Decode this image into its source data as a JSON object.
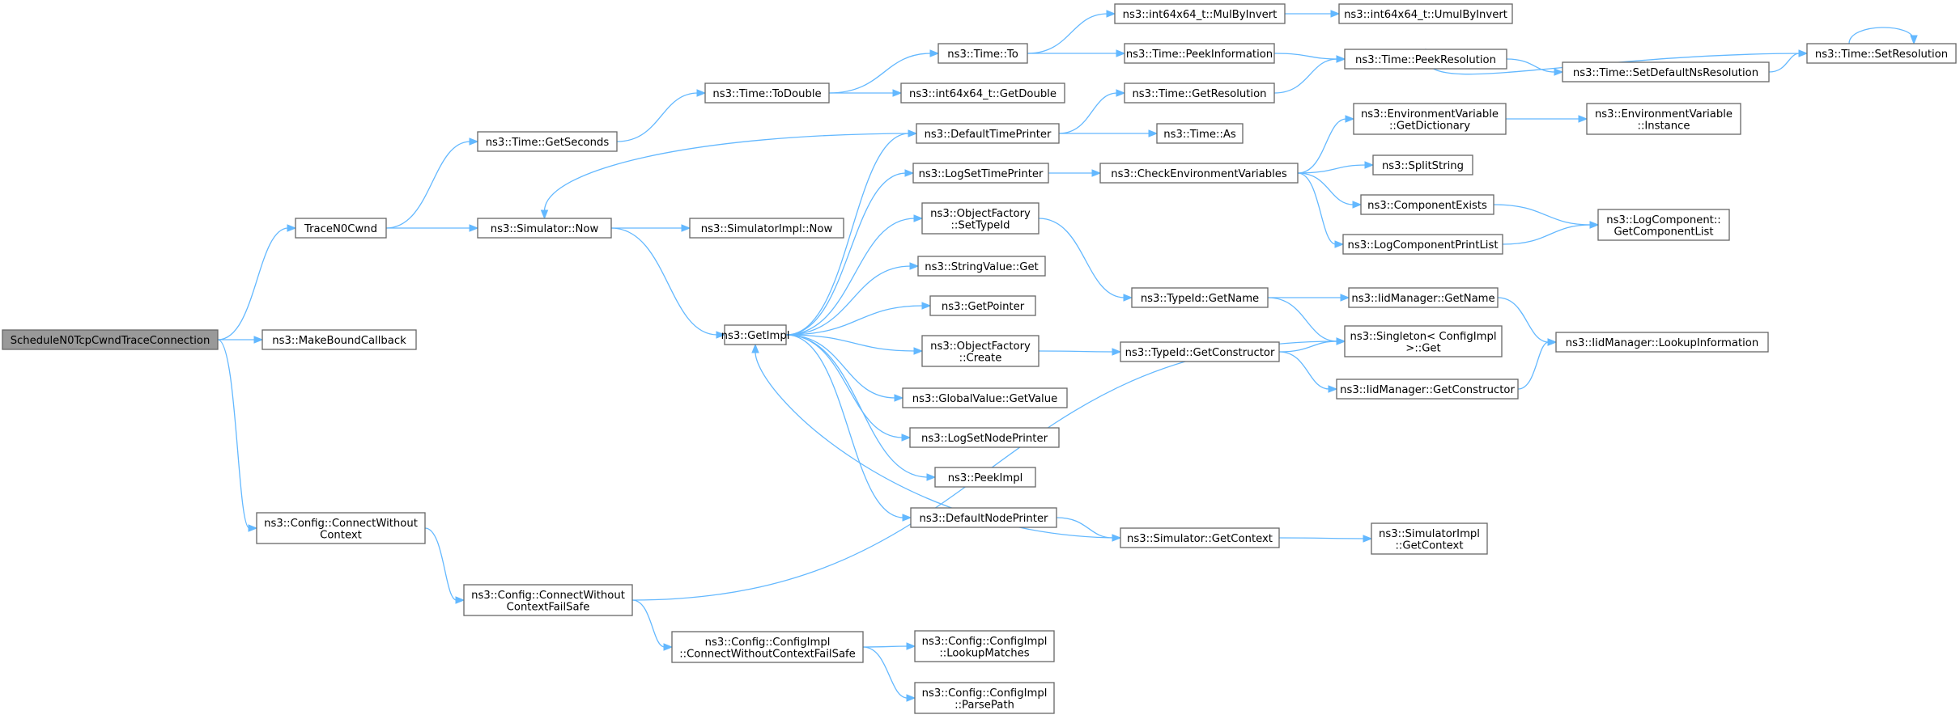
{
  "diagram": {
    "type": "call-graph",
    "edge_color": "#63b8ff",
    "root_fill": "#999999",
    "node_border": "#666666",
    "nodes": [
      {
        "id": "root",
        "lines": [
          "ScheduleN0TcpCwndTraceConnection"
        ],
        "root": true
      },
      {
        "id": "trace",
        "lines": [
          "TraceN0Cwnd"
        ]
      },
      {
        "id": "mkbound",
        "lines": [
          "ns3::MakeBoundCallback"
        ]
      },
      {
        "id": "cfgconn",
        "lines": [
          "ns3::Config::ConnectWithout",
          "Context"
        ]
      },
      {
        "id": "getsec",
        "lines": [
          "ns3::Time::GetSeconds"
        ]
      },
      {
        "id": "simnow",
        "lines": [
          "ns3::Simulator::Now"
        ]
      },
      {
        "id": "cfgfs",
        "lines": [
          "ns3::Config::ConnectWithout",
          "ContextFailSafe"
        ]
      },
      {
        "id": "todouble",
        "lines": [
          "ns3::Time::ToDouble"
        ]
      },
      {
        "id": "simimplnow",
        "lines": [
          "ns3::SimulatorImpl::Now"
        ]
      },
      {
        "id": "getimpl",
        "lines": [
          "ns3::GetImpl"
        ]
      },
      {
        "id": "cfgimplfs",
        "lines": [
          "ns3::Config::ConfigImpl",
          "::ConnectWithoutContextFailSafe"
        ]
      },
      {
        "id": "timeto",
        "lines": [
          "ns3::Time::To"
        ]
      },
      {
        "id": "i64getdouble",
        "lines": [
          "ns3::int64x64_t::GetDouble"
        ]
      },
      {
        "id": "deftp",
        "lines": [
          "ns3::DefaultTimePrinter"
        ]
      },
      {
        "id": "logstp",
        "lines": [
          "ns3::LogSetTimePrinter"
        ]
      },
      {
        "id": "ofsettype",
        "lines": [
          "ns3::ObjectFactory",
          "::SetTypeId"
        ]
      },
      {
        "id": "strget",
        "lines": [
          "ns3::StringValue::Get"
        ]
      },
      {
        "id": "getptr",
        "lines": [
          "ns3::GetPointer"
        ]
      },
      {
        "id": "ofcreate",
        "lines": [
          "ns3::ObjectFactory",
          "::Create"
        ]
      },
      {
        "id": "gvget",
        "lines": [
          "ns3::GlobalValue::GetValue"
        ]
      },
      {
        "id": "logsnp",
        "lines": [
          "ns3::LogSetNodePrinter"
        ]
      },
      {
        "id": "peekimpl",
        "lines": [
          "ns3::PeekImpl"
        ]
      },
      {
        "id": "defnp",
        "lines": [
          "ns3::DefaultNodePrinter"
        ]
      },
      {
        "id": "lookupm",
        "lines": [
          "ns3::Config::ConfigImpl",
          "::LookupMatches"
        ]
      },
      {
        "id": "parsepath",
        "lines": [
          "ns3::Config::ConfigImpl",
          "::ParsePath"
        ]
      },
      {
        "id": "mulbyinv",
        "lines": [
          "ns3::int64x64_t::MulByInvert"
        ]
      },
      {
        "id": "peekinfo",
        "lines": [
          "ns3::Time::PeekInformation"
        ]
      },
      {
        "id": "getres",
        "lines": [
          "ns3::Time::GetResolution"
        ]
      },
      {
        "id": "timeas",
        "lines": [
          "ns3::Time::As"
        ]
      },
      {
        "id": "checkenv",
        "lines": [
          "ns3::CheckEnvironmentVariables"
        ]
      },
      {
        "id": "tidgetname",
        "lines": [
          "ns3::TypeId::GetName"
        ]
      },
      {
        "id": "tidgetctor",
        "lines": [
          "ns3::TypeId::GetConstructor"
        ]
      },
      {
        "id": "simgetctx",
        "lines": [
          "ns3::Simulator::GetContext"
        ]
      },
      {
        "id": "umul",
        "lines": [
          "ns3::int64x64_t::UmulByInvert"
        ]
      },
      {
        "id": "peekres",
        "lines": [
          "ns3::Time::PeekResolution"
        ]
      },
      {
        "id": "envdict",
        "lines": [
          "ns3::EnvironmentVariable",
          "::GetDictionary"
        ]
      },
      {
        "id": "splitstr",
        "lines": [
          "ns3::SplitString"
        ]
      },
      {
        "id": "compexists",
        "lines": [
          "ns3::ComponentExists"
        ]
      },
      {
        "id": "logcpl",
        "lines": [
          "ns3::LogComponentPrintList"
        ]
      },
      {
        "id": "iidgetname",
        "lines": [
          "ns3::IidManager::GetName"
        ]
      },
      {
        "id": "singleton",
        "lines": [
          "ns3::Singleton< ConfigImpl",
          " >::Get"
        ]
      },
      {
        "id": "iidgetctor",
        "lines": [
          "ns3::IidManager::GetConstructor"
        ]
      },
      {
        "id": "simimplctx",
        "lines": [
          "ns3::SimulatorImpl",
          "::GetContext"
        ]
      },
      {
        "id": "setdefns",
        "lines": [
          "ns3::Time::SetDefaultNsResolution"
        ]
      },
      {
        "id": "envinst",
        "lines": [
          "ns3::EnvironmentVariable",
          "::Instance"
        ]
      },
      {
        "id": "lcgetlist",
        "lines": [
          "ns3::LogComponent::",
          "GetComponentList"
        ]
      },
      {
        "id": "iidlookup",
        "lines": [
          "ns3::IidManager::LookupInformation"
        ]
      },
      {
        "id": "setres",
        "lines": [
          "ns3::Time::SetResolution"
        ]
      }
    ],
    "edges": [
      [
        "root",
        "trace"
      ],
      [
        "root",
        "mkbound"
      ],
      [
        "root",
        "cfgconn"
      ],
      [
        "trace",
        "getsec"
      ],
      [
        "trace",
        "simnow"
      ],
      [
        "getsec",
        "todouble"
      ],
      [
        "todouble",
        "timeto"
      ],
      [
        "todouble",
        "i64getdouble"
      ],
      [
        "timeto",
        "mulbyinv"
      ],
      [
        "timeto",
        "peekinfo"
      ],
      [
        "mulbyinv",
        "umul"
      ],
      [
        "peekinfo",
        "peekres"
      ],
      [
        "simnow",
        "simimplnow"
      ],
      [
        "simnow",
        "getimpl"
      ],
      [
        "getimpl",
        "deftp"
      ],
      [
        "getimpl",
        "logstp"
      ],
      [
        "getimpl",
        "ofsettype"
      ],
      [
        "getimpl",
        "strget"
      ],
      [
        "getimpl",
        "getptr"
      ],
      [
        "getimpl",
        "ofcreate"
      ],
      [
        "getimpl",
        "gvget"
      ],
      [
        "getimpl",
        "logsnp"
      ],
      [
        "getimpl",
        "peekimpl"
      ],
      [
        "getimpl",
        "defnp"
      ],
      [
        "deftp",
        "simnow"
      ],
      [
        "deftp",
        "getres"
      ],
      [
        "deftp",
        "timeas"
      ],
      [
        "getres",
        "peekres"
      ],
      [
        "logstp",
        "checkenv"
      ],
      [
        "checkenv",
        "envdict"
      ],
      [
        "checkenv",
        "splitstr"
      ],
      [
        "checkenv",
        "compexists"
      ],
      [
        "checkenv",
        "logcpl"
      ],
      [
        "envdict",
        "envinst"
      ],
      [
        "compexists",
        "lcgetlist"
      ],
      [
        "logcpl",
        "lcgetlist"
      ],
      [
        "ofsettype",
        "tidgetname"
      ],
      [
        "tidgetname",
        "iidgetname"
      ],
      [
        "tidgetname",
        "singleton"
      ],
      [
        "iidgetname",
        "iidlookup"
      ],
      [
        "ofcreate",
        "tidgetctor"
      ],
      [
        "tidgetctor",
        "singleton"
      ],
      [
        "tidgetctor",
        "iidgetctor"
      ],
      [
        "iidgetctor",
        "iidlookup"
      ],
      [
        "defnp",
        "simgetctx"
      ],
      [
        "simgetctx",
        "getimpl"
      ],
      [
        "simgetctx",
        "simimplctx"
      ],
      [
        "cfgconn",
        "cfgfs"
      ],
      [
        "cfgfs",
        "singleton"
      ],
      [
        "cfgfs",
        "cfgimplfs"
      ],
      [
        "cfgimplfs",
        "lookupm"
      ],
      [
        "cfgimplfs",
        "parsepath"
      ],
      [
        "peekres",
        "setdefns"
      ],
      [
        "setdefns",
        "setres"
      ],
      [
        "setres",
        "peekres"
      ],
      [
        "setres",
        "setres"
      ]
    ]
  }
}
